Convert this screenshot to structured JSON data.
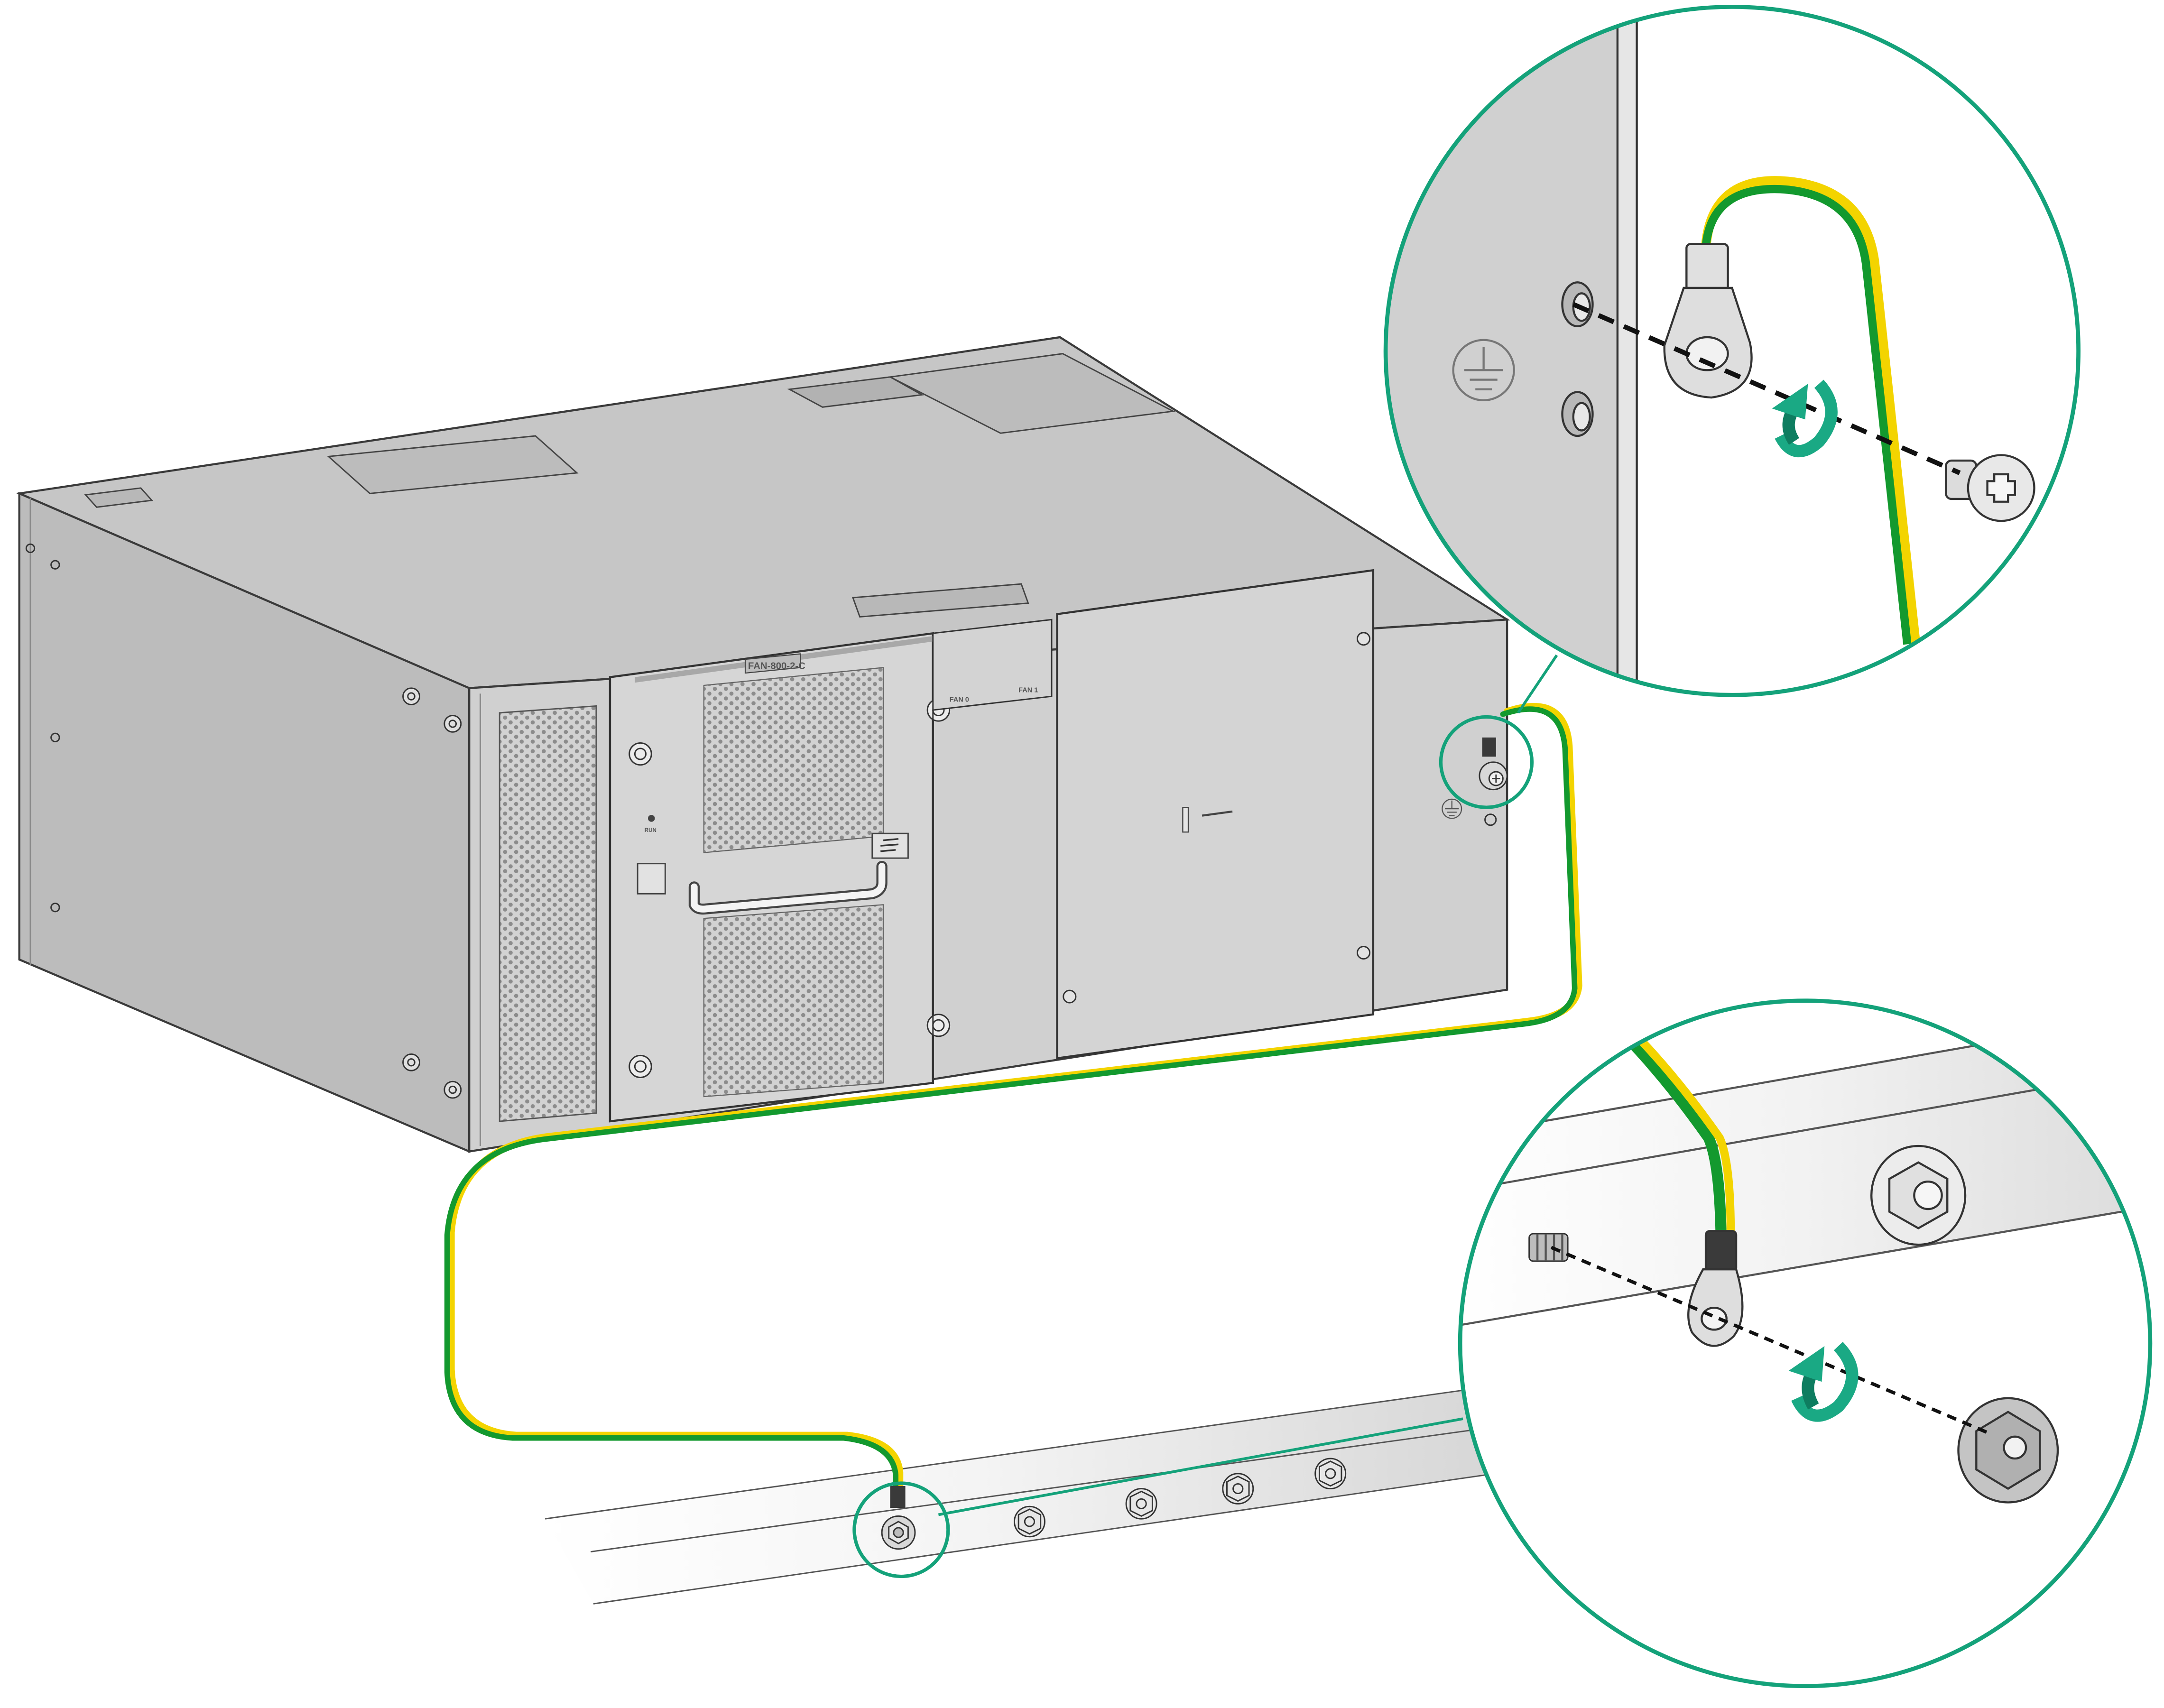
{
  "labels": {
    "fan_module_model": "FAN-800-2-C",
    "fan_slot_left": "FAN 0",
    "fan_slot_right": "FAN 1",
    "status_led": "RUN"
  },
  "colors": {
    "callout_ring": "#14a27a",
    "wire_green": "#13992e",
    "wire_yellow": "#f3d400",
    "rotation_arrow": "#1aa984",
    "chassis_front": "#d0d0d0",
    "chassis_top": "#c6c6c6",
    "chassis_side": "#bababa",
    "outline": "#3a3a3a"
  },
  "icons": {
    "ground_symbol": "ground-icon",
    "rotation": "clockwise-rotation-icon",
    "ring_terminal": "ring-terminal-icon",
    "screw": "phillips-screw-icon",
    "hex_nut": "hex-nut-icon",
    "ground_stud": "ground-stud-icon"
  }
}
